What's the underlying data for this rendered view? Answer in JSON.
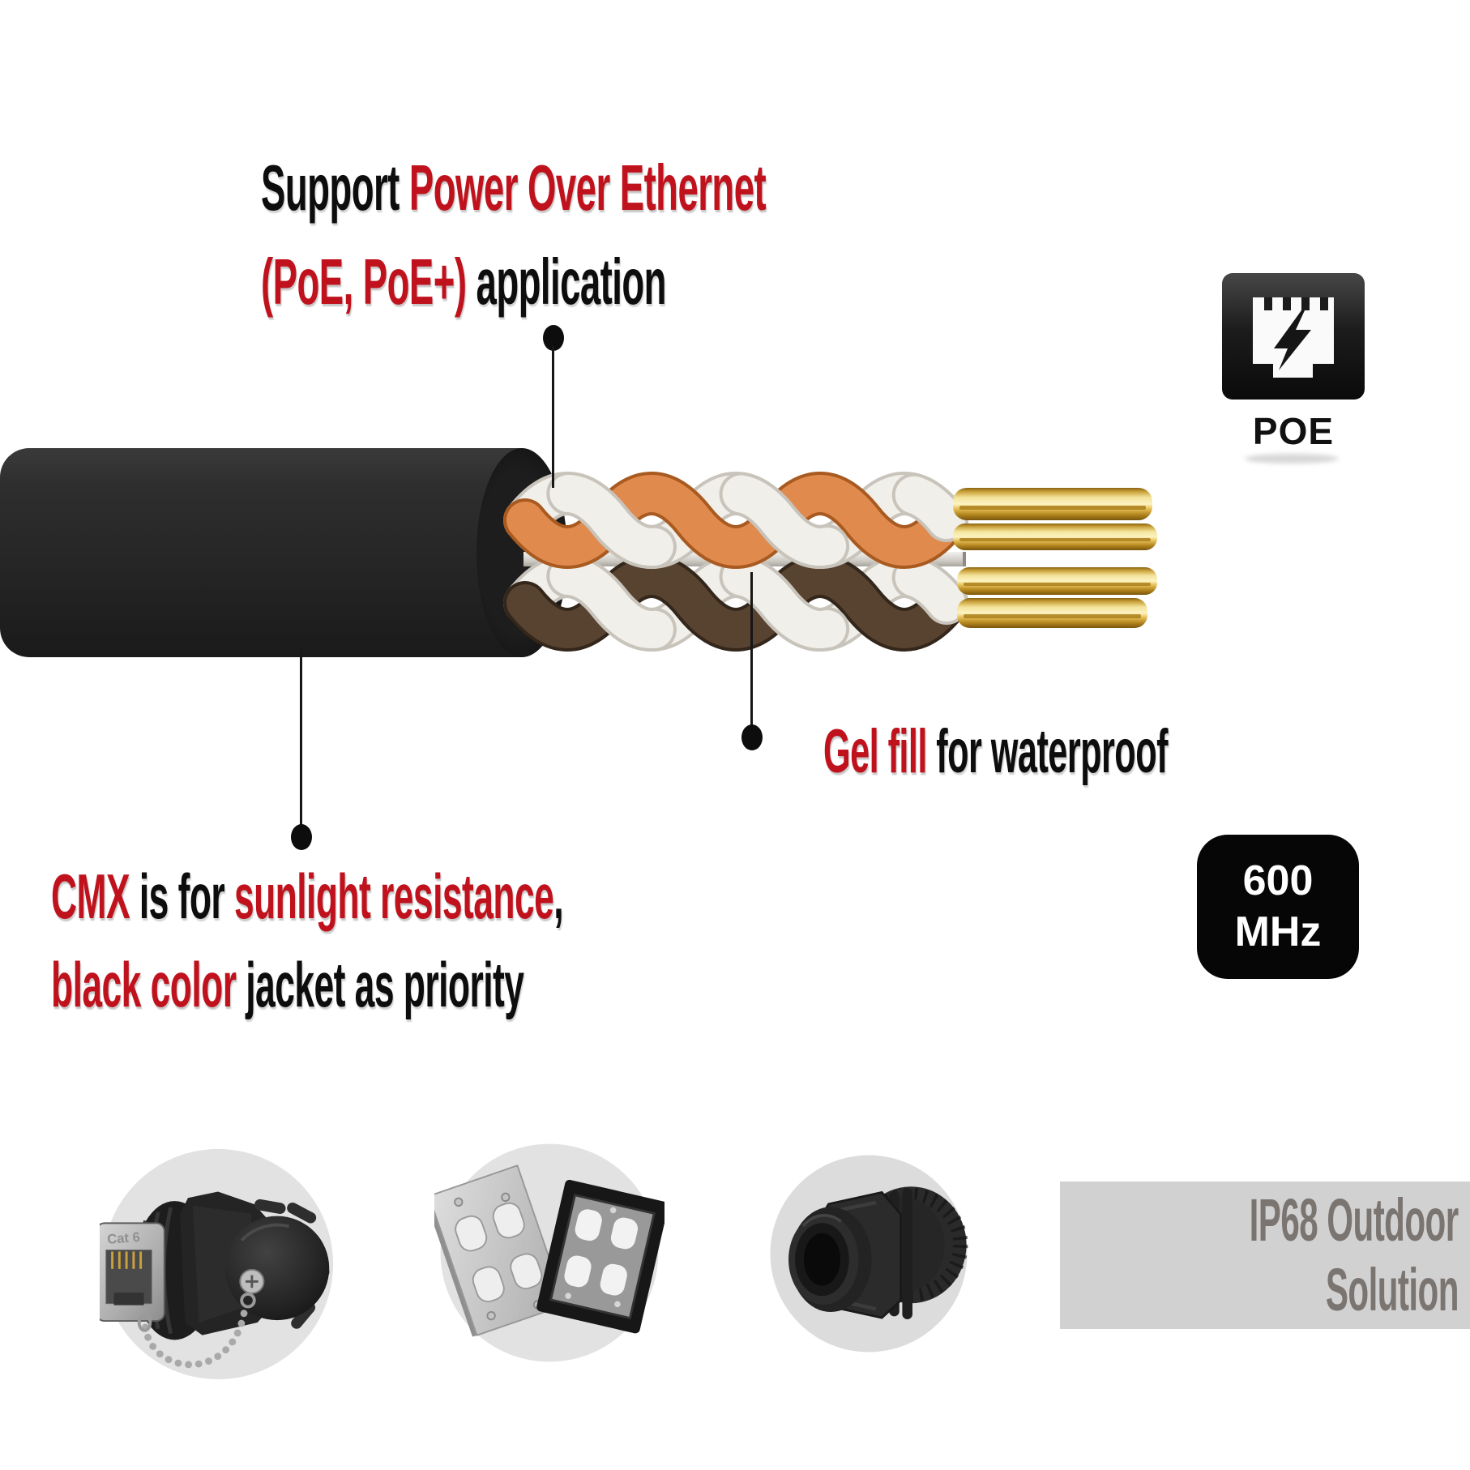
{
  "heading": {
    "black1": "Support ",
    "red1": "Power Over Ethernet",
    "red2": "(PoE, PoE+)",
    "black2": " application"
  },
  "poe": {
    "label": "POE",
    "icon": "rj45-port-lightning-icon"
  },
  "gel": {
    "red": "Gel fill",
    "black": " for waterproof"
  },
  "cmx": {
    "red1": "CMX",
    "black1": " is for ",
    "red2": "sunlight resistance",
    "black2": ",",
    "red3": "black color",
    "black3": " jacket as priority"
  },
  "freq": {
    "value": "600",
    "unit": "MHz"
  },
  "banner": {
    "line1": "IP68 Outdoor",
    "line2": "Solution"
  },
  "photos": {
    "connector_label": "Cat 6",
    "items": [
      {
        "name": "waterproof-rj45-coupler"
      },
      {
        "name": "wall-mount-plates"
      },
      {
        "name": "cable-gland"
      }
    ]
  },
  "colors": {
    "accent_red": "#c0121d",
    "text_black": "#0d0d0d",
    "jacket_black": "#262626",
    "orange_wire": "#e08a4e",
    "brown_wire": "#584230",
    "white_wire": "#f1efe9",
    "gold_conductor": "#e7c25b",
    "banner_bg": "#d2d1d1",
    "banner_text": "#7b7572",
    "circle_bg": "#e3e2e2"
  }
}
